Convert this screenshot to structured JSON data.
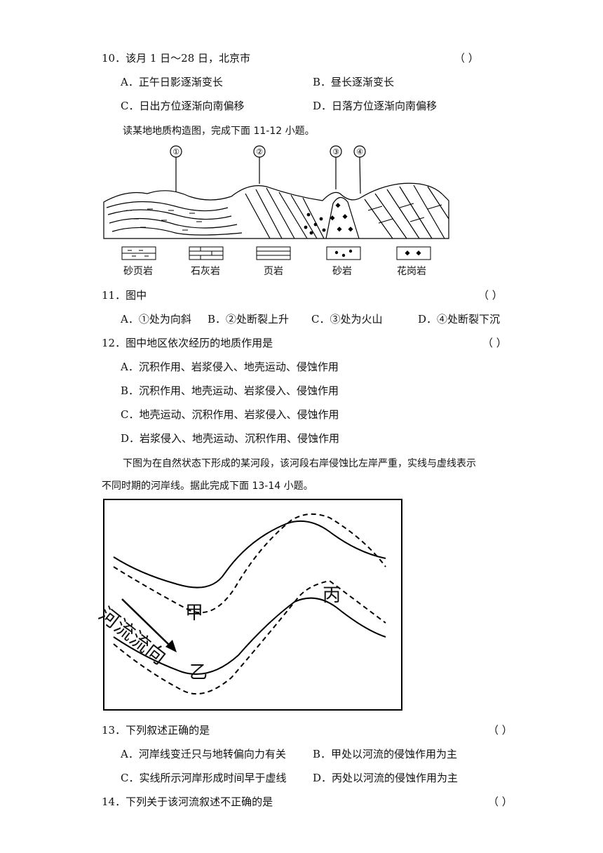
{
  "q10": {
    "stem": "10．该月 1 日～28 日，北京市",
    "paren": "（   ）",
    "options": [
      "A．正午日影逐渐变长",
      "B．昼长逐渐变长",
      "C．日出方位逐渐向南偏移",
      "D．日落方位逐渐向南偏移"
    ]
  },
  "intro1": "读某地地质构造图，完成下面 11-12 小题。",
  "geo_diagram": {
    "markers": [
      "①",
      "②",
      "③",
      "④"
    ],
    "legend": [
      "砂页岩",
      "石灰岩",
      "页岩",
      "砂岩",
      "花岗岩"
    ]
  },
  "q11": {
    "stem": "11．图中",
    "paren": "（   ）",
    "options": [
      "A．①处为向斜",
      "B．②处断裂上升",
      "C．③处为火山",
      "D．④处断裂下沉"
    ]
  },
  "q12": {
    "stem": "12．图中地区依次经历的地质作用是",
    "paren": "（   ）",
    "options": [
      "A．沉积作用、岩浆侵入、地壳运动、侵蚀作用",
      "B．沉积作用、地壳运动、岩浆侵入、侵蚀作用",
      "C．地壳运动、沉积作用、岩浆侵入、侵蚀作用",
      "D．岩浆侵入、地壳运动、沉积作用、侵蚀作用"
    ]
  },
  "intro2": {
    "line1": "下图为在自然状态下形成的某河段，该河段右岸侵蚀比左岸严重，实线与虚线表示",
    "line2": "不同时期的河岸线。据此完成下面 13-14 小题。"
  },
  "river_diagram": {
    "flow_label": "河流流向",
    "jia": "甲",
    "yi": "乙",
    "bing": "丙"
  },
  "q13": {
    "stem": "13．下列叙述正确的是",
    "paren": "（   ）",
    "options": [
      "A．河岸线变迁只与地转偏向力有关",
      "B．甲处以河流的侵蚀作用为主",
      "C．实线所示河岸形成时间早于虚线",
      "D．丙处以河流的侵蚀作用为主"
    ]
  },
  "q14": {
    "stem": "14．下列关于该河流叙述不正确的是",
    "paren": "（   ）"
  }
}
